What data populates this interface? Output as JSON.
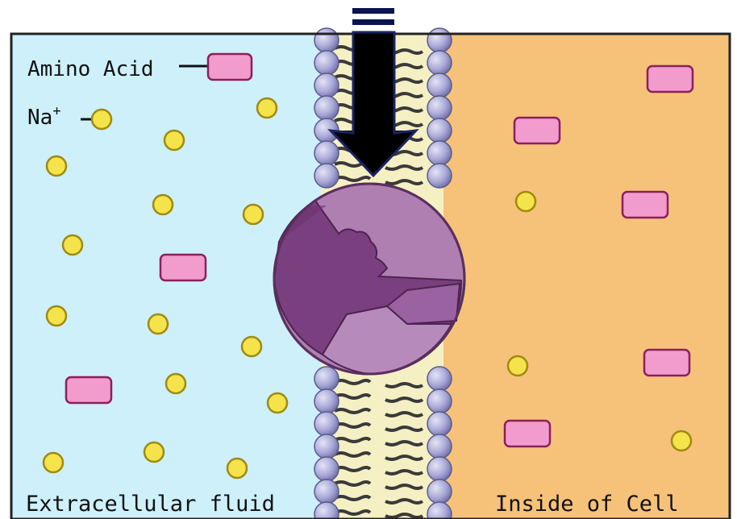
{
  "labels": {
    "amino_acid": "Amino Acid",
    "sodium_base": "Na",
    "sodium_charge": "+",
    "extracellular": "Extracellular fluid",
    "intracellular": "Inside of Cell"
  },
  "colors": {
    "extracellular_fill": "#cdf0fa",
    "intracellular_fill": "#f6c27a",
    "membrane_core": "#f5f0c4",
    "phospholipid_head": "#a8a8d8",
    "amino_acid_fill": "#f19ccd",
    "sodium_fill": "#f4e34a",
    "transporter_light": "#b07fb2",
    "transporter_dark": "#7a3f7e",
    "arrow": "#000000",
    "text": "#111111"
  },
  "icons": {
    "amino_acid": "pink-rounded-rectangle",
    "sodium_ion": "yellow-circle",
    "transporter": "purple-sphere-protein",
    "arrow": "down-arrow"
  }
}
